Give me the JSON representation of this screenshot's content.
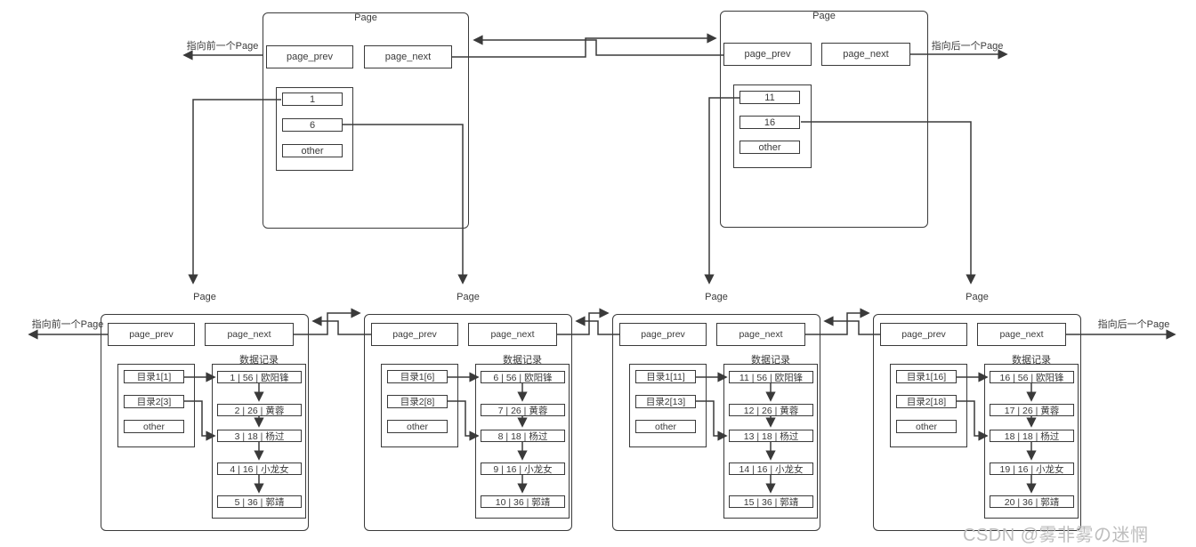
{
  "labels": {
    "page_title": "Page",
    "prev_pointer": "指向前一个Page",
    "next_pointer": "指向后一个Page",
    "page_prev": "page_prev",
    "page_next": "page_next",
    "data_records": "数据记录"
  },
  "colors": {
    "line": "#3a3a3a",
    "watermark": "#bdbdbd"
  },
  "watermark": "CSDN @雾非雾の迷惘",
  "top_pages": [
    {
      "entries": [
        "1",
        "6",
        "other"
      ]
    },
    {
      "entries": [
        "11",
        "16",
        "other"
      ]
    }
  ],
  "bottom_pages": [
    {
      "directory": [
        "目录1[1]",
        "目录2[3]",
        "other"
      ],
      "records": [
        "1 | 56 | 欧阳锋",
        "2 | 26 | 黄蓉",
        "3 | 18 | 杨过",
        "4 | 16 | 小龙女",
        "5 | 36 | 郭靖"
      ]
    },
    {
      "directory": [
        "目录1[6]",
        "目录2[8]",
        "other"
      ],
      "records": [
        "6 | 56 | 欧阳锋",
        "7 | 26 | 黄蓉",
        "8 | 18 | 杨过",
        "9 | 16 | 小龙女",
        "10 | 36 | 郭靖"
      ]
    },
    {
      "directory": [
        "目录1[11]",
        "目录2[13]",
        "other"
      ],
      "records": [
        "11 | 56 | 欧阳锋",
        "12 | 26 | 黄蓉",
        "13 | 18 | 杨过",
        "14 | 16 | 小龙女",
        "15 | 36 | 郭靖"
      ]
    },
    {
      "directory": [
        "目录1[16]",
        "目录2[18]",
        "other"
      ],
      "records": [
        "16 | 56 | 欧阳锋",
        "17 | 26 | 黄蓉",
        "18 | 18 | 杨过",
        "19 | 16 | 小龙女",
        "20 | 36 | 郭靖"
      ]
    }
  ]
}
